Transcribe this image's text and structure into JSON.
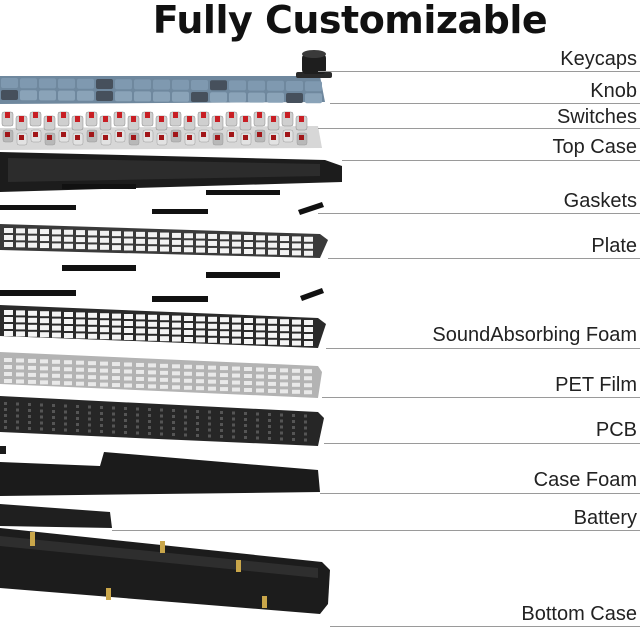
{
  "title": "Fully Customizable",
  "layers": [
    {
      "id": "keycaps",
      "label": "Keycaps"
    },
    {
      "id": "knob",
      "label": "Knob"
    },
    {
      "id": "switches",
      "label": "Switches"
    },
    {
      "id": "top-case",
      "label": "Top Case"
    },
    {
      "id": "gaskets",
      "label": "Gaskets"
    },
    {
      "id": "plate",
      "label": "Plate"
    },
    {
      "id": "sound-absorbing-foam",
      "label": "SoundAbsorbing Foam"
    },
    {
      "id": "pet-film",
      "label": "PET Film"
    },
    {
      "id": "pcb",
      "label": "PCB"
    },
    {
      "id": "case-foam",
      "label": "Case Foam"
    },
    {
      "id": "battery",
      "label": "Battery"
    },
    {
      "id": "bottom-case",
      "label": "Bottom Case"
    }
  ],
  "colors": {
    "keycap_blue": "#7f99b0",
    "keycap_dark": "#46505c",
    "switch_red": "#c81e24",
    "case_black": "#1a1a1a",
    "plate_dark": "#333333",
    "pet_grey": "#b9b9b9"
  }
}
